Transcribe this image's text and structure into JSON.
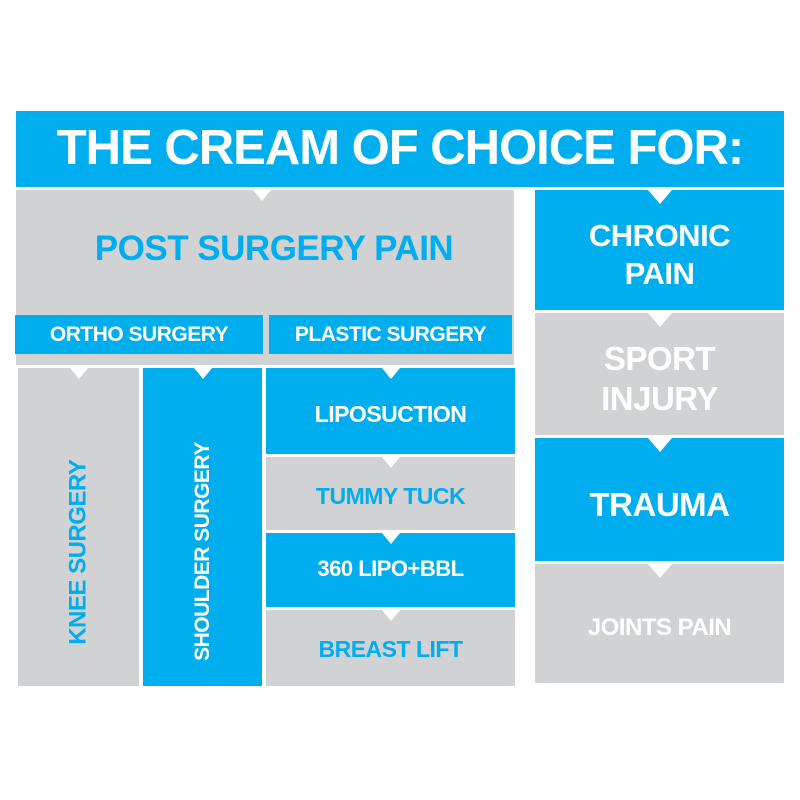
{
  "colors": {
    "accent_blue": "#00AEEF",
    "gray": "#D1D2D4",
    "white": "#FFFFFF"
  },
  "header": {
    "title": "THE CREAM OF CHOICE FOR:"
  },
  "post_surgery": {
    "title": "POST SURGERY PAIN",
    "categories": [
      {
        "label": "ORTHO SURGERY",
        "items": [
          "KNEE SURGERY",
          "SHOULDER SURGERY"
        ]
      },
      {
        "label": "PLASTIC SURGERY",
        "items": [
          "LIPOSUCTION",
          "TUMMY TUCK",
          "360 LIPO+BBL",
          "BREAST LIFT"
        ]
      }
    ]
  },
  "right_column": {
    "items": [
      {
        "line1": "CHRONIC",
        "line2": "PAIN"
      },
      {
        "line1": "SPORT",
        "line2": "INJURY"
      },
      {
        "line1": "TRAUMA"
      },
      {
        "line1": "JOINTS PAIN"
      }
    ]
  }
}
